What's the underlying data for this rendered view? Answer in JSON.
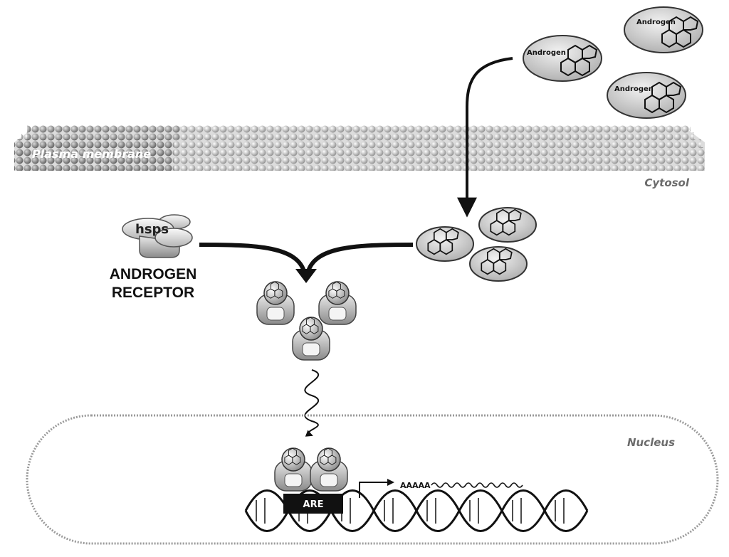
{
  "labels": {
    "plasma_membrane": "Plasma membrane",
    "cytosol": "Cytosol",
    "nucleus": "Nucleus",
    "hsps": "hsps",
    "receptor_line1": "ANDROGEN",
    "receptor_line2": "RECEPTOR",
    "are": "ARE",
    "polya": "AAAAA"
  },
  "androgen_cells": [
    {
      "label": "Androgen"
    },
    {
      "label": "Androgen"
    },
    {
      "label": "Androgen"
    }
  ],
  "colors": {
    "membrane_dark": "#6e6e6e",
    "membrane_light": "#e6e6e6",
    "ellipse_fill": "#cfcfcf",
    "receptor_fill": "#bdbdbd",
    "line": "#111111",
    "nucleus_border": "#9a9a9a"
  }
}
